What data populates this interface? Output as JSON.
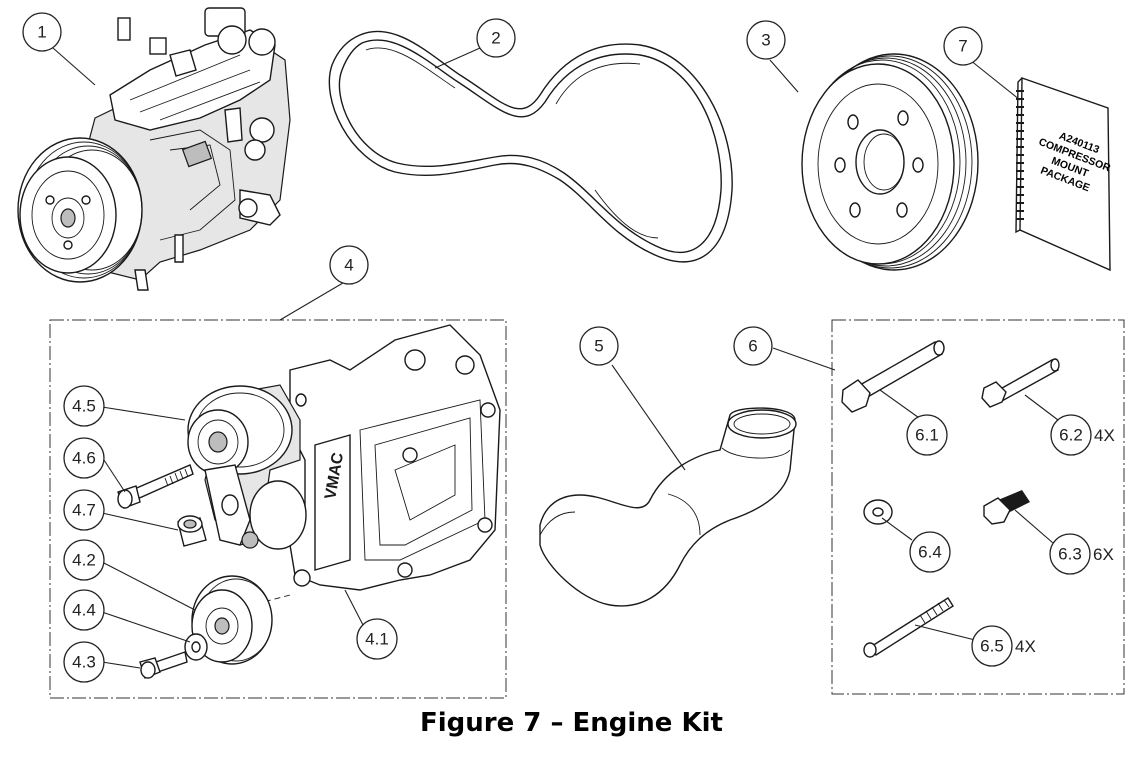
{
  "figure": {
    "caption": "Figure 7 – Engine Kit"
  },
  "callouts": {
    "c1": "1",
    "c2": "2",
    "c3": "3",
    "c4": "4",
    "c5": "5",
    "c6": "6",
    "c7": "7",
    "c4_1": "4.1",
    "c4_2": "4.2",
    "c4_3": "4.3",
    "c4_4": "4.4",
    "c4_5": "4.5",
    "c4_6": "4.6",
    "c4_7": "4.7",
    "c6_1": "6.1",
    "c6_2": "6.2",
    "c6_3": "6.3",
    "c6_4": "6.4",
    "c6_5": "6.5"
  },
  "quantities": {
    "q6_2": "4X",
    "q6_3": "6X",
    "q6_5": "4X"
  },
  "manual": {
    "line1": "A240113",
    "line2": "COMPRESSOR",
    "line3": "MOUNT",
    "line4": "PACKAGE"
  },
  "bracket_logo": "VMAC",
  "colors": {
    "line": "#1a1a1a",
    "background": "#ffffff"
  }
}
